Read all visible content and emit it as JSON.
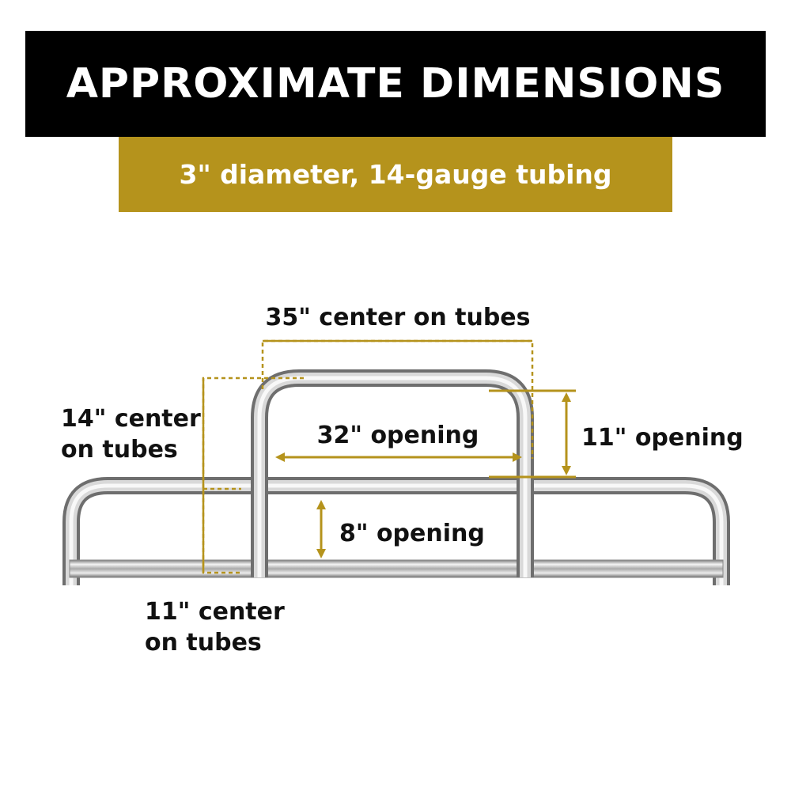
{
  "header": {
    "title": "APPROXIMATE DIMENSIONS"
  },
  "subheader": {
    "text": "3\" diameter, 14-gauge tubing"
  },
  "dimensions": {
    "top_center": "35\" center on tubes",
    "left_center_line1": "14\" center",
    "left_center_line2": "on tubes",
    "upper_opening": "32\" opening",
    "right_opening": "11\" opening",
    "lower_opening": "8\" opening",
    "bottom_center_line1": "11\" center",
    "bottom_center_line2": "on tubes"
  },
  "colors": {
    "header_background": "#000000",
    "subheader_background": "#b5931c",
    "dimension_line": "#b5931c",
    "text": "#111111"
  }
}
